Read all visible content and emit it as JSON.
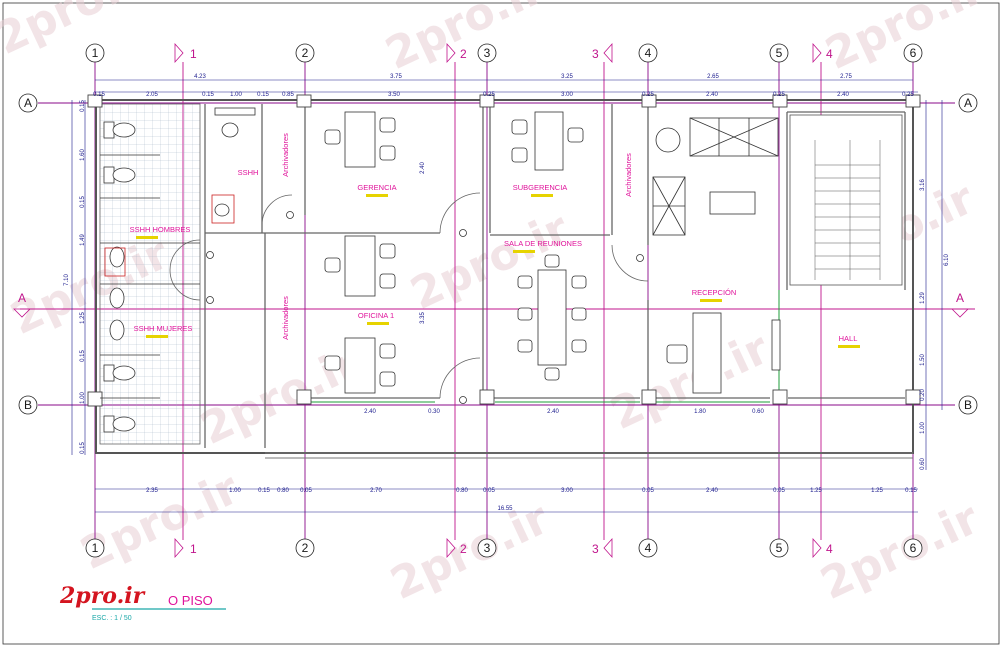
{
  "drawing": {
    "watermark": "2pro.ir",
    "logo": "2pro.ir",
    "title_partial": "O PISO",
    "scale": "ESC. : 1 / 50"
  },
  "grid": {
    "columns": [
      "1",
      "2",
      "3",
      "4",
      "5",
      "6"
    ],
    "rows": [
      "A",
      "B"
    ],
    "bays": [
      "1",
      "2",
      "3",
      "4"
    ]
  },
  "rooms": {
    "gerencia": "GERENCIA",
    "subgerencia": "SUBGERENCIA",
    "sala": "SALA DE REUNIONES",
    "oficina": "OFICINA 1",
    "recepcion": "RECEPCIÓN",
    "hall": "HALL",
    "sshh": "SSHH",
    "sshh_hombres": "SSHH HOMBRES",
    "sshh_mujeres": "SSHH MUJERES",
    "archivadores": "Archivadores"
  },
  "dims": {
    "top_outer": [
      "4.23",
      "3.75",
      "3.25",
      "2.65",
      "2.75"
    ],
    "top_inner": [
      "0.15",
      "2.05",
      "0.15",
      "1.00",
      "0.15",
      "0.85",
      "3.50",
      "0.25",
      "3.00",
      "0.25",
      "2.40",
      "0.25",
      "2.40",
      "0.25"
    ],
    "bottom_inner": [
      "2.35",
      "1.00",
      "0.15",
      "0.80",
      "0.05",
      "2.70",
      "0.80",
      "0.05",
      "3.00",
      "0.05",
      "2.40",
      "0.05",
      "1.25",
      "1.25",
      "0.15"
    ],
    "bottom_total": "16.55",
    "left": [
      "0.15",
      "1.60",
      "0.15",
      "1.49",
      "7.10",
      "1.25",
      "0.15",
      "1.00",
      "0.15"
    ],
    "right": [
      "3.16",
      "6.10",
      "1.29",
      "1.50",
      "0.20",
      "1.00",
      "0.60"
    ],
    "interior": [
      "2.40",
      "3.35",
      "2.40",
      "0.30",
      "2.40",
      "1.80",
      "0.60"
    ]
  }
}
